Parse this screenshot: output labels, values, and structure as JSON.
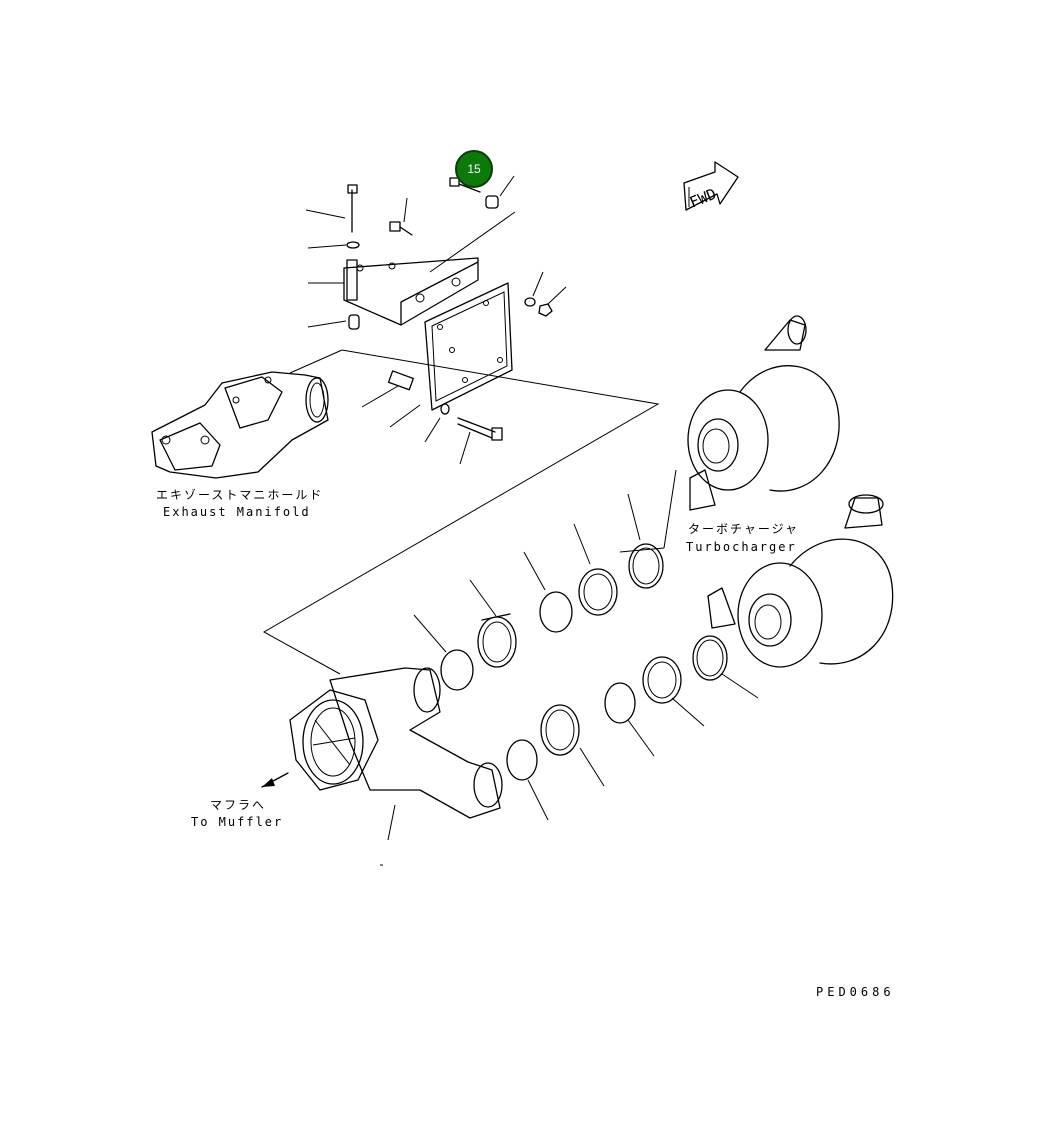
{
  "callouts": [
    {
      "label": "15"
    }
  ],
  "labels": {
    "exhaust_manifold_jp": "エキゾーストマニホールド",
    "exhaust_manifold_en": "Exhaust Manifold",
    "turbocharger_jp": "ターボチャージャ",
    "turbocharger_en": "Turbocharger",
    "muffler_jp": "マフラへ",
    "muffler_en": "To Muffler",
    "fwd": "FWD",
    "drawing_code": "PED0686"
  },
  "colors": {
    "callout_fill": "#0b7a0b",
    "line": "#000000",
    "background": "#ffffff"
  }
}
